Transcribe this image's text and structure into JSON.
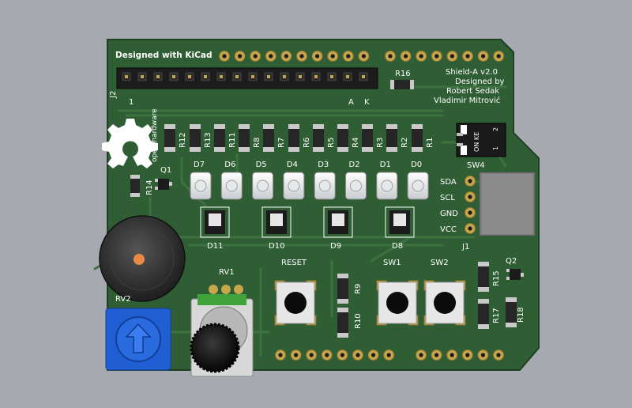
{
  "colors": {
    "background": "#a6aab0",
    "board": "#2f5d34",
    "board_dark": "#254a29",
    "trace": "#3c7240",
    "silkscreen": "#ffffff",
    "header": "#1c1c1c",
    "pad_gold": "#c7a54c",
    "potentiometer_blue": "#1f5fd3",
    "buzzer": "#2a2a2a",
    "dip_switch": "#1a1a1a",
    "connector": "#7e7e7e"
  },
  "board": {
    "designed_with": "Designed with KiCad",
    "title": [
      "Shield-A v2.0",
      "Designed by",
      "Robert Sedak",
      "Vladimir Mitrović"
    ],
    "open_hardware": "open hardware"
  },
  "header": {
    "ref": "J2",
    "pin1": "1",
    "anode": "A",
    "cathode": "K"
  },
  "resistors_top": [
    "R12",
    "R13",
    "R11",
    "R8",
    "R7",
    "R6",
    "R5",
    "R4",
    "R3",
    "R2",
    "R1"
  ],
  "resistors_other": {
    "r16": "R16",
    "r14": "R14",
    "r9": "R9",
    "r10": "R10",
    "r15": "R15",
    "r17": "R17",
    "r18": "R18"
  },
  "transistors": {
    "q1": "Q1",
    "q2": "Q2"
  },
  "leds_top": [
    "D7",
    "D6",
    "D5",
    "D4",
    "D3",
    "D2",
    "D1",
    "D0"
  ],
  "leds_bottom": [
    "D11",
    "D10",
    "D9",
    "D8"
  ],
  "dip_switch": {
    "ref": "SW4",
    "on_ke": "ON KE",
    "pos1": "1",
    "pos2": "2"
  },
  "i2c_connector": {
    "ref": "J1",
    "pins": [
      "SDA",
      "SCL",
      "GND",
      "VCC"
    ]
  },
  "buttons": {
    "reset": "RESET",
    "sw1": "SW1",
    "sw2": "SW2"
  },
  "potentiometers": {
    "rv1": "RV1",
    "rv2": "RV2"
  }
}
